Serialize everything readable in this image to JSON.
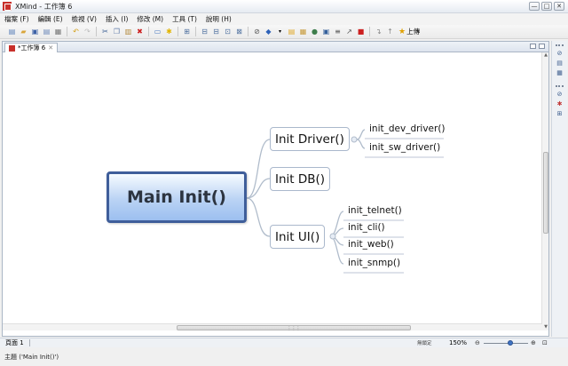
{
  "window": {
    "title": "XMind - 工作簿 6",
    "minimize": "—",
    "maximize": "□",
    "close": "✕"
  },
  "menu": [
    {
      "label": "檔案 (F)"
    },
    {
      "label": "編輯 (E)"
    },
    {
      "label": "檢視 (V)"
    },
    {
      "label": "插入 (I)"
    },
    {
      "label": "修改 (M)"
    },
    {
      "label": "工具 (T)"
    },
    {
      "label": "說明 (H)"
    }
  ],
  "toolbar": {
    "upload_label": "上傳"
  },
  "editor": {
    "tab_label": "*工作簿 6",
    "tab_close": "✕"
  },
  "mindmap": {
    "central": "Main Init()",
    "topics": [
      {
        "label": "Init Driver()",
        "children": [
          "init_dev_driver()",
          "init_sw_driver()"
        ]
      },
      {
        "label": "Init DB()",
        "children": []
      },
      {
        "label": "Init UI()",
        "children": [
          "init_telnet()",
          "init_cli()",
          "init_web()",
          "init_snmp()"
        ]
      }
    ]
  },
  "status": {
    "page": "頁面 1",
    "mode": "無鎖定",
    "zoom": "150%",
    "zoom_out": "⊖",
    "zoom_in": "⊕",
    "zoom_fit": "⊡",
    "zoom_level": 0.6
  },
  "info": {
    "selection": "主題 ('Main Init()')"
  },
  "colors": {
    "central_border": "#3f5e9a",
    "central_fill": "#bad3f4",
    "link": "#b0bccb"
  }
}
